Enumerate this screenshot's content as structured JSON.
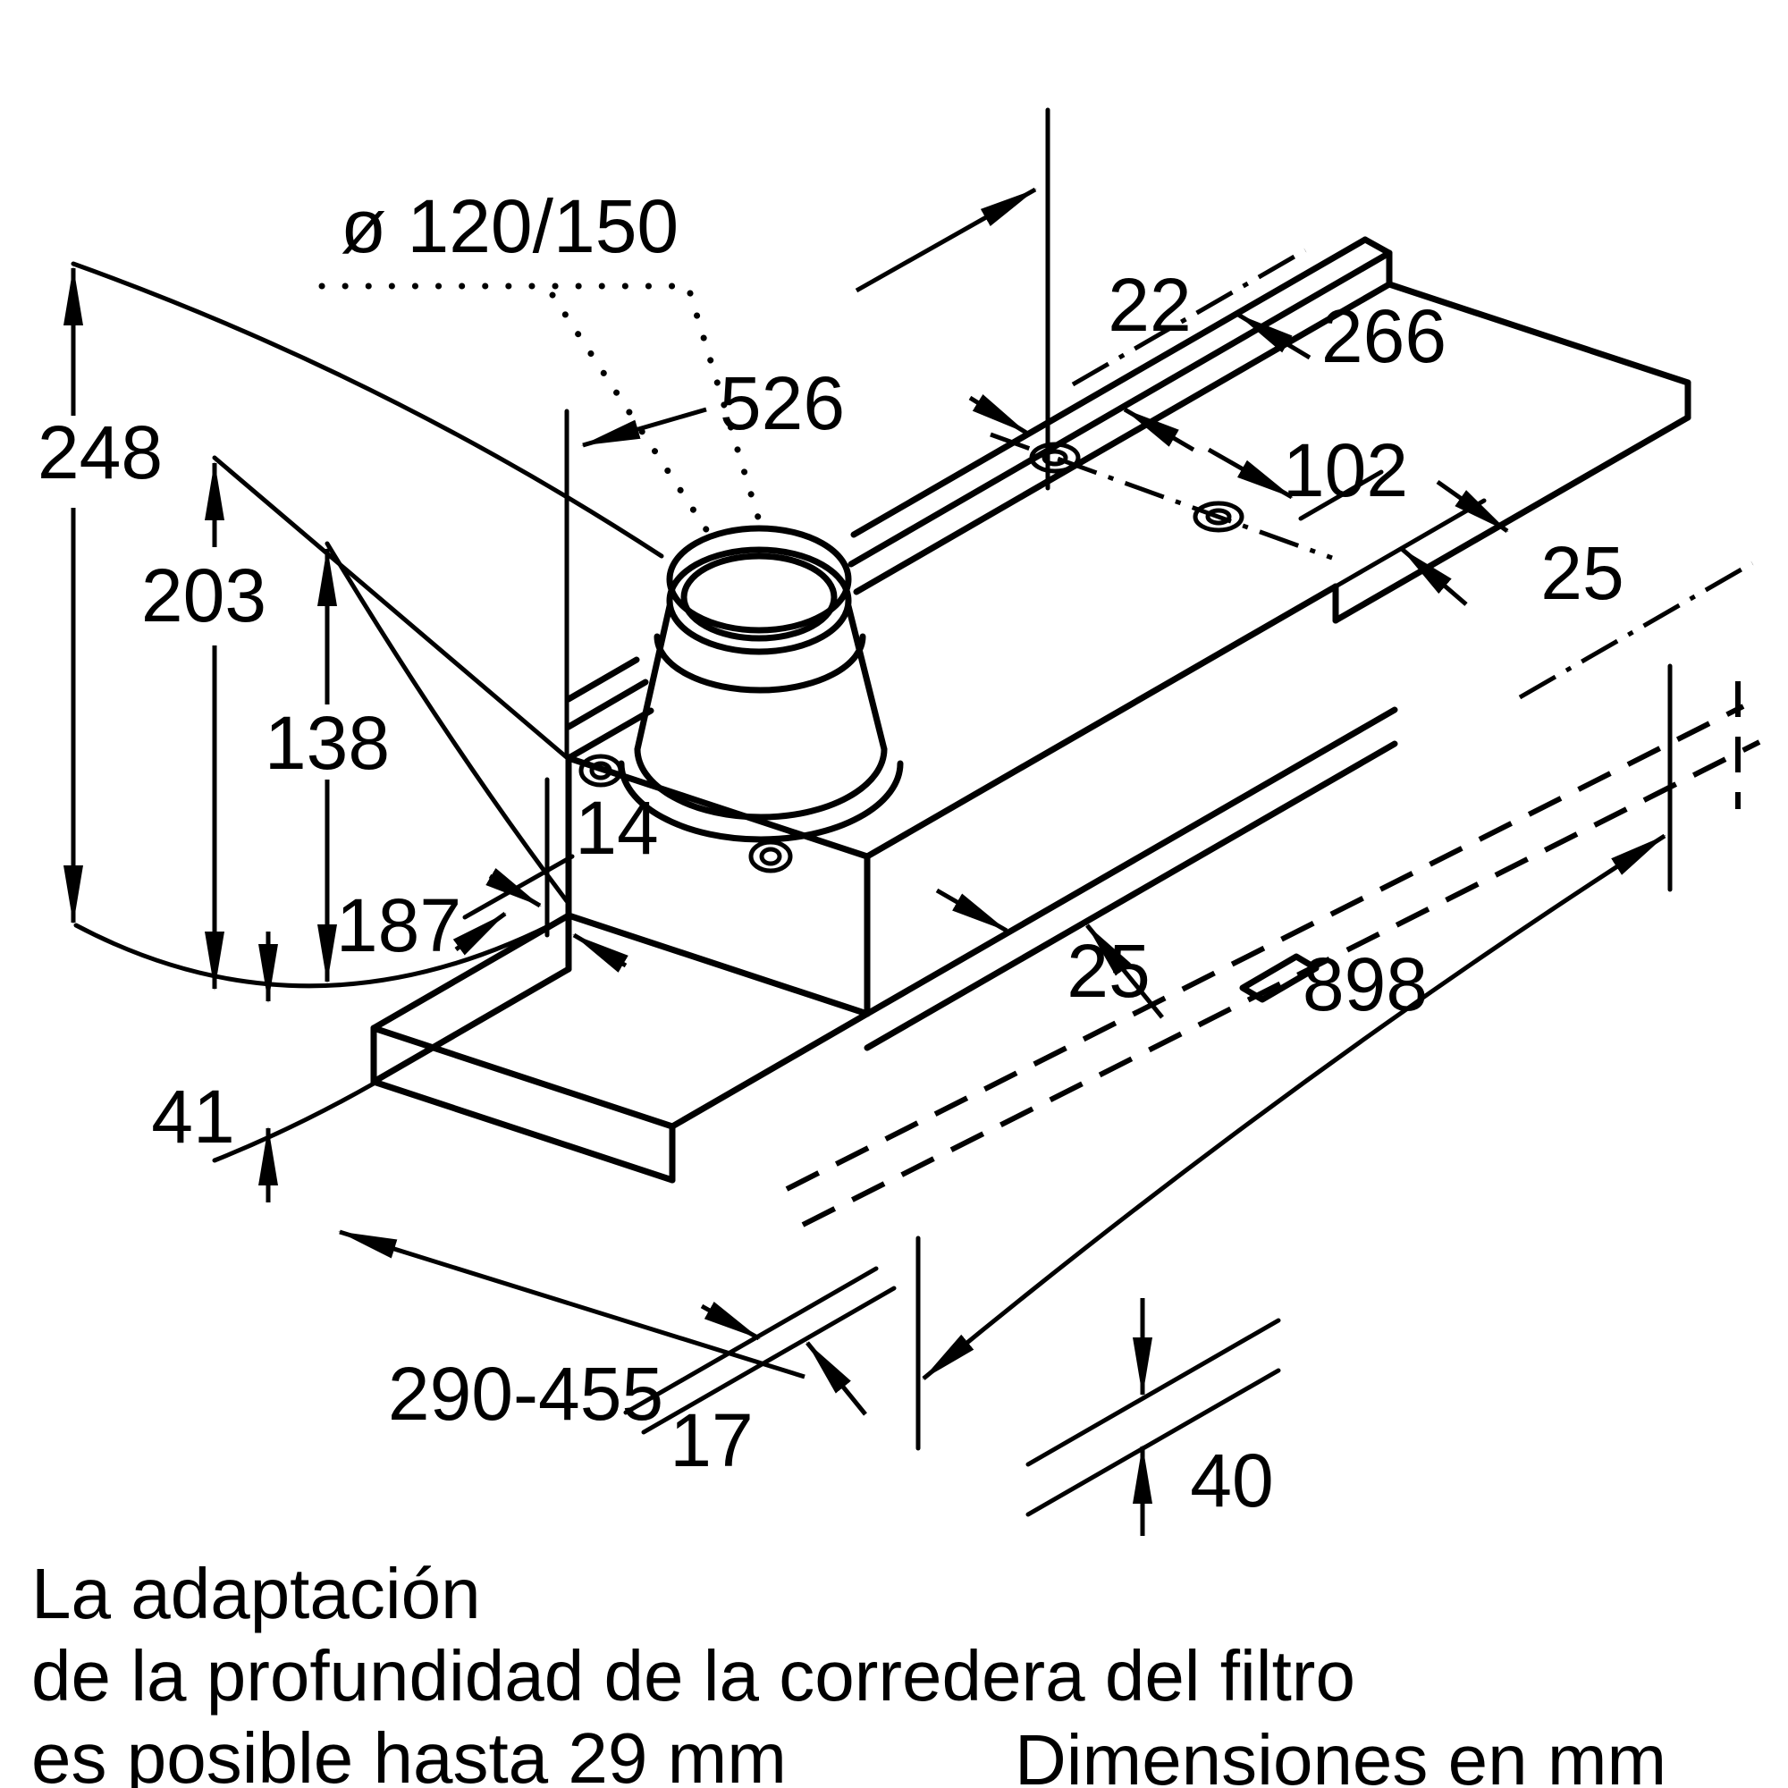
{
  "drawing": {
    "title": "Campana telescópica - dibujo dimensional",
    "paper_color": "#ffffff",
    "ink_color": "#000000",
    "diameter_label": "ø 120/150",
    "dims": {
      "d526": "526",
      "d22": "22",
      "d266": "266",
      "d102": "102",
      "d25_top": "25",
      "d248": "248",
      "d203": "203",
      "d138": "138",
      "d14": "14",
      "d187": "187",
      "d25_mid": "25",
      "d41": "41",
      "d290_455": "290-455",
      "d898": "898",
      "d17": "17",
      "d40": "40"
    },
    "notes": {
      "line1": "La adaptación",
      "line2": "de la profundidad de la corredera del filtro",
      "line3": "es posible hasta 29 mm"
    },
    "units_note": "Dimensiones en mm"
  }
}
